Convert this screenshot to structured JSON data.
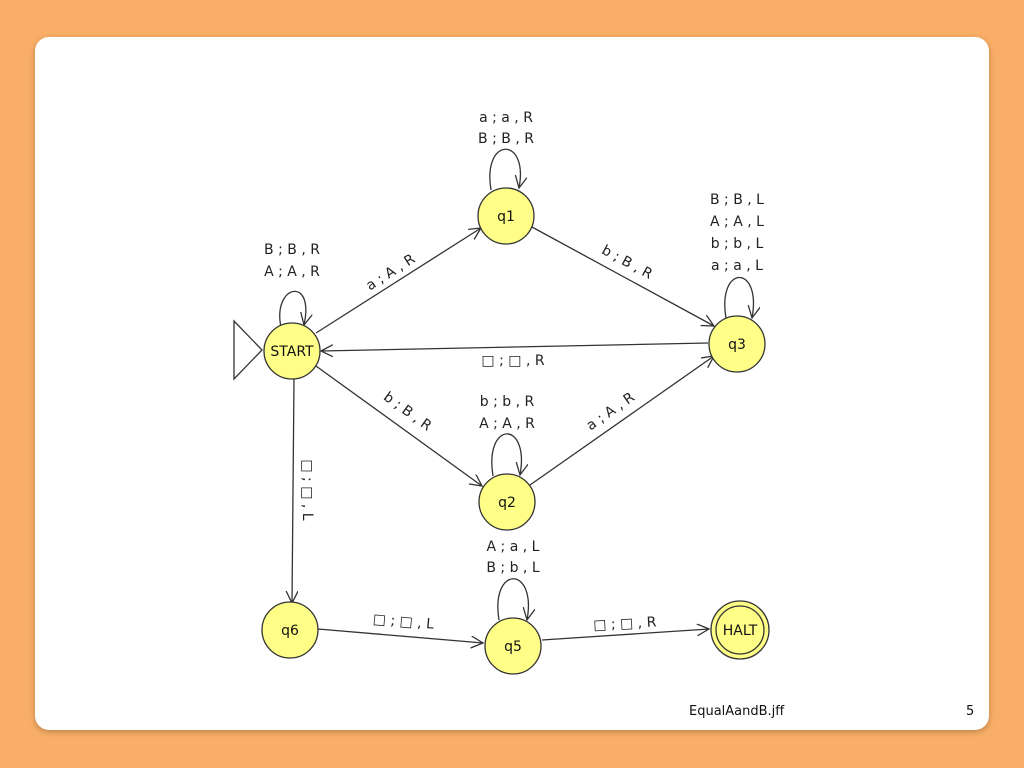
{
  "states": {
    "start": "START",
    "q1": "q1",
    "q2": "q2",
    "q3": "q3",
    "q5": "q5",
    "q6": "q6",
    "halt": "HALT"
  },
  "transitions": {
    "start_loop": [
      "B ; B , R",
      "A ; A , R"
    ],
    "q1_loop": [
      "a ; a , R",
      "B ; B , R"
    ],
    "q3_loop": [
      "B ; B , L",
      "A ; A , L",
      "b ; b , L",
      "a ; a , L"
    ],
    "q2_loop": [
      "b ; b , R",
      "A ; A , R"
    ],
    "q5_loop": [
      "A ; a , L",
      "B ; b , L"
    ],
    "start_q1": "a ; A , R",
    "q1_q3": "b ; B , R",
    "q3_start": "□ ; □ , R",
    "start_q2": "b ; B , R",
    "q2_q3": "a ; A , R",
    "start_q6": "□ ; □ , L",
    "q6_q5": "□ ; □ , L",
    "q5_halt": "□ ; □ , R"
  },
  "footer": {
    "filename": "EqualAandB.jff",
    "page": "5"
  }
}
